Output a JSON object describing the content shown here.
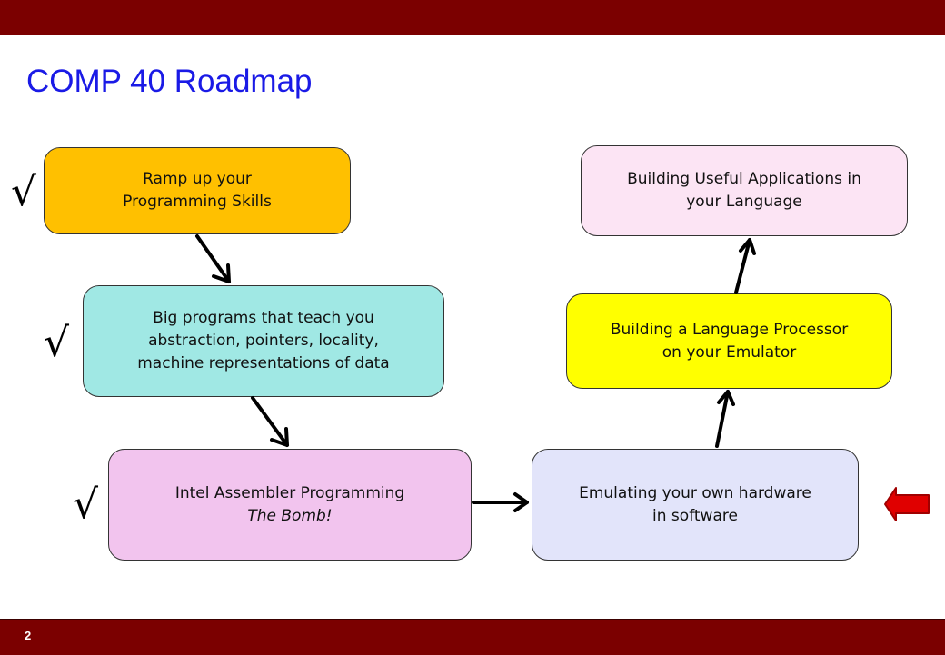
{
  "slide": {
    "title": "COMP 40 Roadmap",
    "page_number": "2",
    "bar_color": "#7b0000",
    "title_color": "#1a1ae6"
  },
  "boxes": {
    "ramp_up": {
      "lines": [
        "Ramp up your",
        "Programming Skills"
      ],
      "color": "#ffc000"
    },
    "big_programs": {
      "lines": [
        "Big programs that teach you",
        "abstraction, pointers, locality,",
        "machine representations of data"
      ],
      "color": "#a0e8e4"
    },
    "intel": {
      "lines": [
        "Intel Assembler Programming",
        "The Bomb!"
      ],
      "color": "#f2c4ee"
    },
    "emulating": {
      "lines": [
        "Emulating your own hardware",
        "in software"
      ],
      "color": "#e2e4fa"
    },
    "language": {
      "lines": [
        "Building a Language Processor",
        "on your Emulator"
      ],
      "color": "#ffff00"
    },
    "applications": {
      "lines": [
        "Building Useful Applications in",
        "your Language"
      ],
      "color": "#fce4f4"
    }
  },
  "marks": {
    "check": "√",
    "check_icon": "checkmark-icon",
    "current_icon": "red-left-arrow-icon",
    "current_color": "#e00000"
  }
}
